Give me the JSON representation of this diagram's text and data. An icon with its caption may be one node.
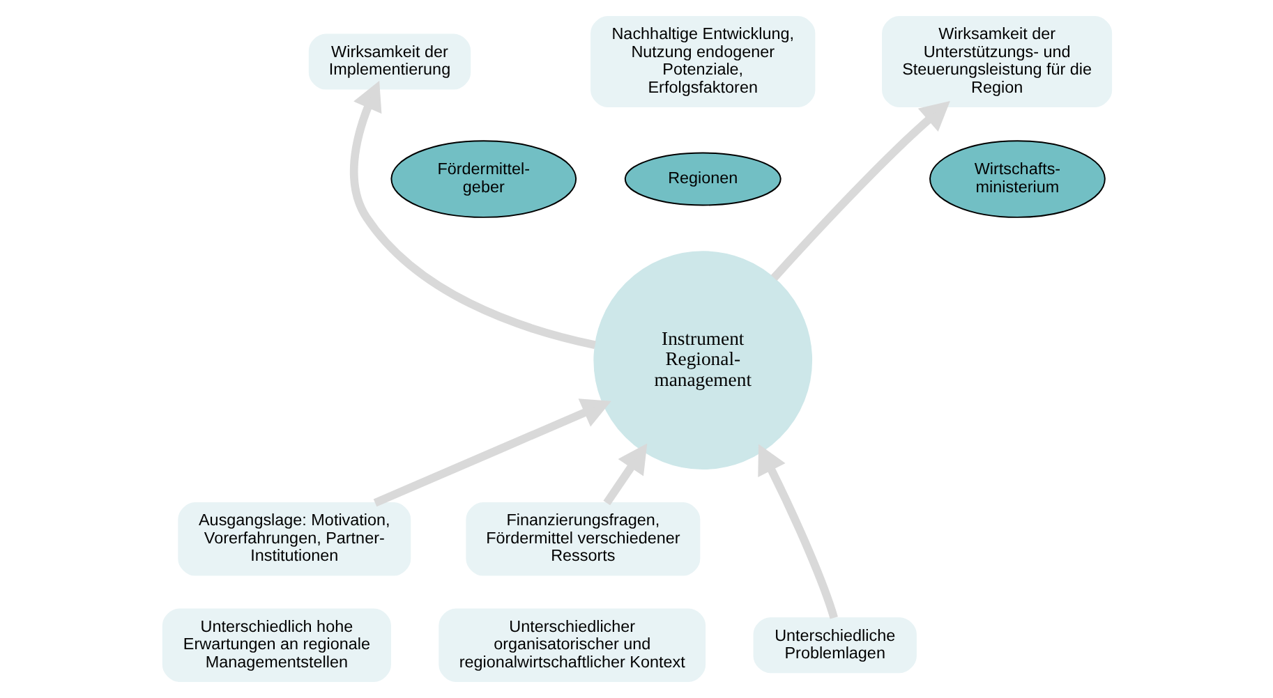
{
  "diagram": {
    "nodes": [
      {
        "text": [
          "Wirksamkeit der Implementierung"
        ]
      },
      {
        "text": [
          "Fördermittel- geber"
        ]
      },
      {
        "text": [
          "Nachhaltige Entwicklung, Nutzung endogener Potenziale, Erfolgsfaktoren"
        ]
      },
      {
        "text": [
          "Regionen"
        ]
      },
      {
        "text": [
          "Wirksamkeit der Unterstützungs- und Steuerungsleistung für die Region"
        ]
      },
      {
        "text": [
          "Wirtschafts- ministerium"
        ]
      },
      {
        "text": [
          "Instrument Regional- management"
        ]
      },
      {
        "text": [
          "Ausgangslage: Motivation, Vorerfahrungen, Partner- Institutionen"
        ]
      },
      {
        "text": [
          "Finanzierungsfragen, Fördermittel verschiedener Ressorts"
        ]
      },
      {
        "text": [
          "Unterschiedlich hohe Erwartungen an regionale Managementstellen"
        ]
      },
      {
        "text": [
          "Unterschiedliche Problemlagen"
        ]
      },
      {
        "text": [
          "Unterschiedlicher organisatorischer und regionalwirtschaftlicher Kontext"
        ]
      }
    ],
    "edges": [
      {
        "from": 6,
        "to": 0,
        "arrow": "to"
      },
      {
        "from": 6,
        "to": 4,
        "arrow": "to"
      },
      {
        "from": 7,
        "to": 6,
        "arrow": "to"
      },
      {
        "from": 10,
        "to": 6,
        "arrow": "to"
      },
      {
        "from": 8,
        "to": 6,
        "arrow": "to"
      }
    ]
  }
}
